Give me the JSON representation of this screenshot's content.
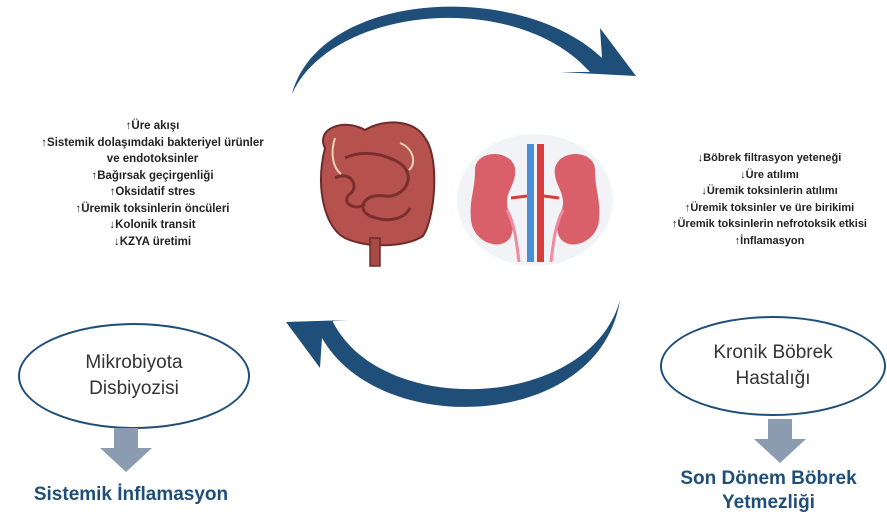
{
  "left_effects": [
    "↑Üre akışı",
    "↑Sistemik dolaşımdaki bakteriyel ürünler",
    "ve endotoksinler",
    "↑Bağırsak geçirgenliği",
    "↑Oksidatif stres",
    "↑Üremik toksinlerin öncüleri",
    "↓Kolonik transit",
    "↓KZYA üretimi"
  ],
  "right_effects": [
    "↓Böbrek filtrasyon yeteneği",
    "↓Üre atılımı",
    "↓Üremik toksinlerin atılımı",
    "↑Üremik toksinler ve üre birikimi",
    "↑Üremik toksinlerin nefrotoksik etkisi",
    "↑İnflamasyon"
  ],
  "left_oval": {
    "line1": "Mikrobiyota",
    "line2": "Disbiyozisi"
  },
  "right_oval": {
    "line1": "Kronik Böbrek",
    "line2": "Hastalığı"
  },
  "left_result": "Sistemik İnflamasyon",
  "right_result": {
    "line1": "Son Dönem Böbrek",
    "line2": "Yetmezliği"
  },
  "colors": {
    "arrow": "#1f4e79",
    "down_arrow": "#8c9cb0",
    "result_text": "#1f4e79",
    "intestine": "#b5524e",
    "kidney": "#d9606a"
  }
}
